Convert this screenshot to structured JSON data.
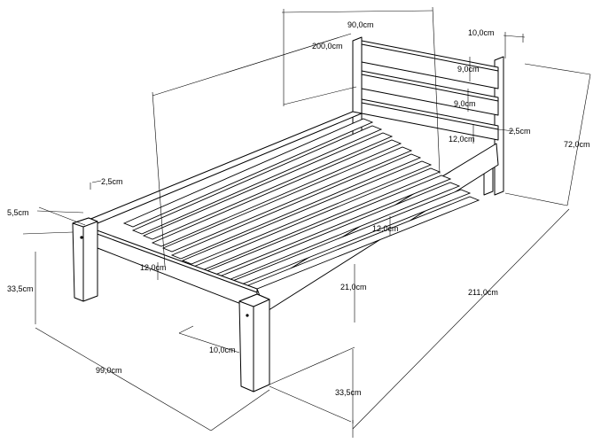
{
  "diagram": {
    "dimensions": {
      "headboard_width": "90,0cm",
      "headboard_post_depth": "10,0cm",
      "length_top": "200,0cm",
      "gap_upper": "9,0cm",
      "gap_lower": "9,0cm",
      "board_height": "12,0cm",
      "slat_thickness_right": "2,5cm",
      "height_total": "72,0cm",
      "slat_thickness_left": "2,5cm",
      "post_top_offset": "5,5cm",
      "side_rail_height": "12,0cm",
      "front_rail_height": "12,0cm",
      "front_leg_height": "33,5cm",
      "rail_to_floor": "21,0cm",
      "length_total": "211,0cm",
      "leg_width": "10,0cm",
      "width_total": "99,0cm",
      "front_right_leg_height": "33,5cm"
    }
  }
}
